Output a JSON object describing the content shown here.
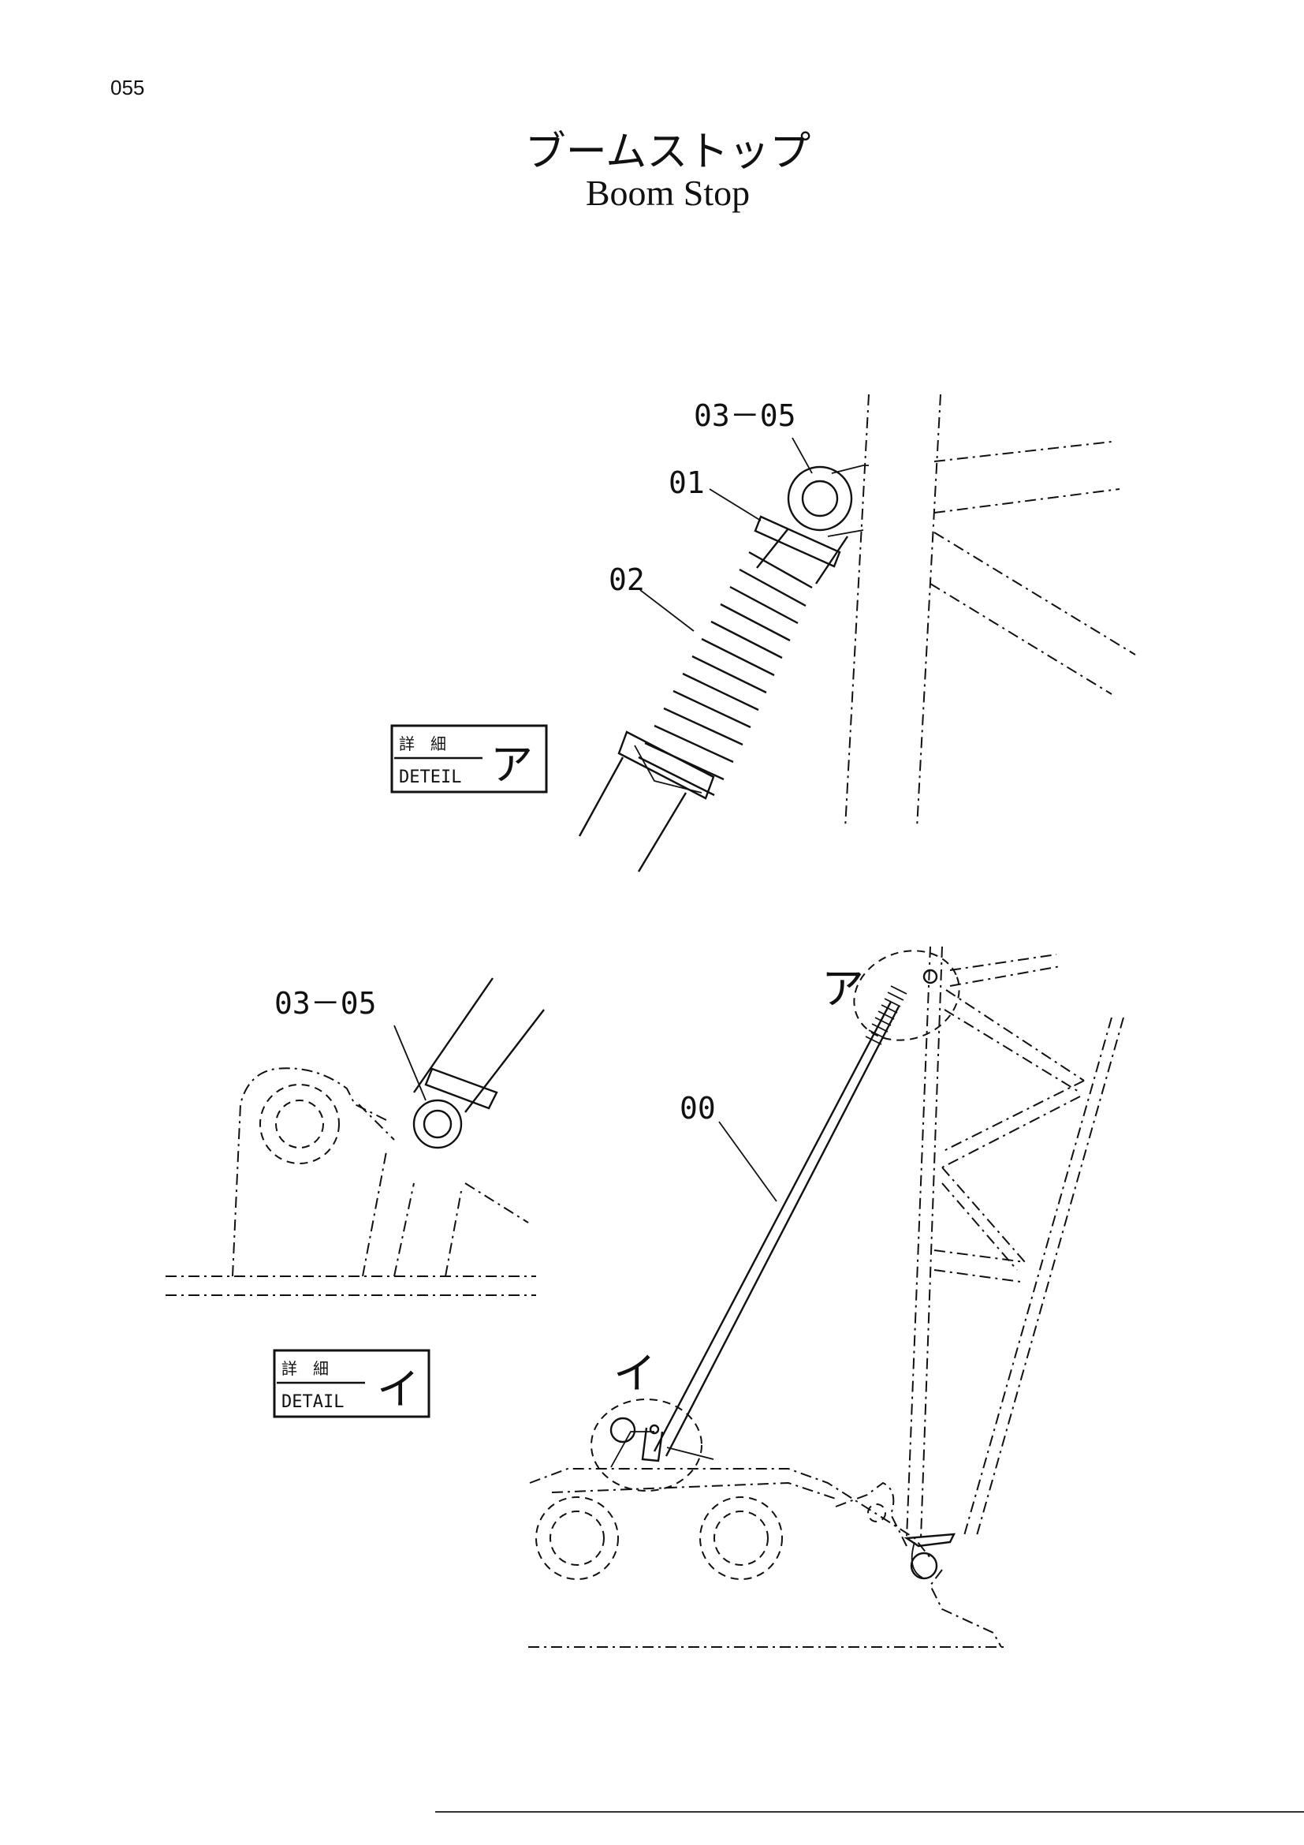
{
  "page": {
    "number": "055",
    "title_jp": "ブームストップ",
    "title_en": "Boom Stop"
  },
  "detail_a": {
    "callouts": [
      "03－05",
      "01",
      "02"
    ],
    "box_jp": "詳　細",
    "box_en": "DETEIL",
    "box_mark": "ア"
  },
  "detail_b": {
    "callout": "03－05",
    "box_jp": "詳　細",
    "box_en": "DETAIL",
    "box_mark": "イ"
  },
  "overview": {
    "callout": "00",
    "mark_a": "ア",
    "mark_b": "イ"
  }
}
